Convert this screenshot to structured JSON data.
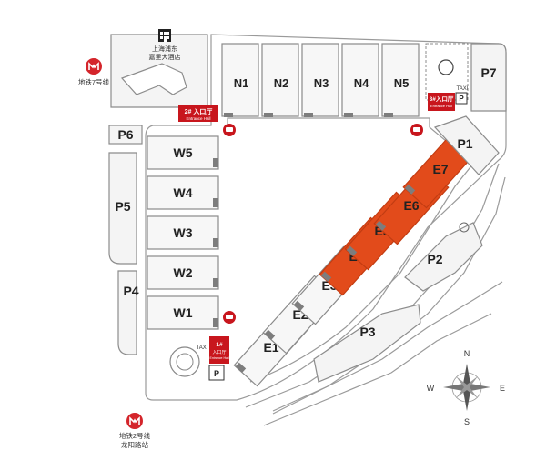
{
  "halls_west": [
    "W5",
    "W4",
    "W3",
    "W2",
    "W1"
  ],
  "halls_north": [
    "N1",
    "N2",
    "N3",
    "N4",
    "N5"
  ],
  "halls_east": [
    "E1",
    "E2",
    "E3",
    "E4",
    "E5",
    "E6",
    "E7"
  ],
  "highlighted_halls": [
    "E4",
    "E5",
    "E6",
    "E7"
  ],
  "parking": {
    "p1": "P1",
    "p2": "P2",
    "p3": "P3",
    "p4": "P4",
    "p5": "P5",
    "p6": "P6",
    "p7": "P7"
  },
  "hotel": {
    "line1": "上海浦东",
    "line2": "嘉里大酒店"
  },
  "metro_line7": {
    "label": "地铁7号线"
  },
  "metro_line2": {
    "line1": "地铁2号线",
    "line2": "龙阳路站"
  },
  "entrance_1": {
    "num": "1#",
    "cn": "入口厅",
    "en": "Entrance Hall"
  },
  "entrance_2": {
    "num": "2#",
    "cn": "入口厅",
    "en": "Entrance Hall"
  },
  "entrance_3": {
    "num": "3#",
    "cn": "入口厅",
    "en": "Entrance Hall"
  },
  "taxi_label": "TAXI",
  "compass": {
    "n": "N",
    "s": "S",
    "e": "E",
    "w": "W"
  },
  "colors": {
    "highlight": "#e24b1b",
    "entrance": "#c8161d",
    "metro": "#d4252b"
  }
}
